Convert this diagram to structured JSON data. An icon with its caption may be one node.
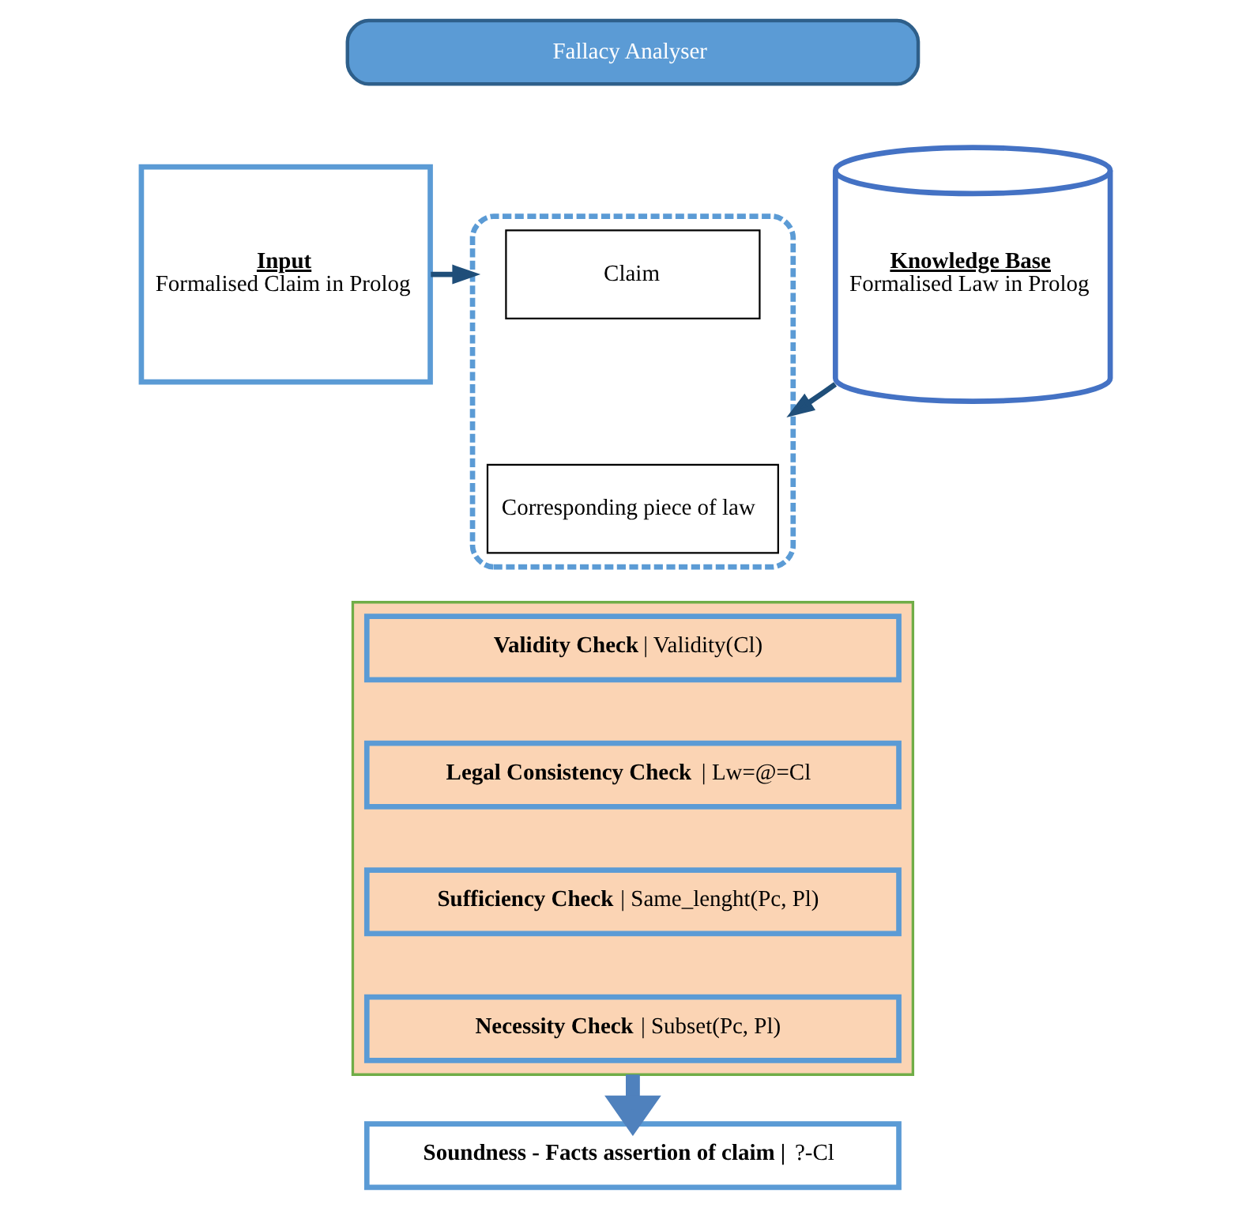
{
  "diagram": {
    "nodes": [
      {
        "text": [
          "Fallacy Analyser"
        ]
      },
      {
        "text": [
          "Input",
          "Formalised Claim in Prolog"
        ]
      },
      {
        "text": [],
        "shape": "pentagon"
      },
      {
        "text": [
          "Claim"
        ],
        "in": 2
      },
      {
        "text": [
          "Corresponding piece of law"
        ],
        "in": 2
      },
      {
        "text": [
          "Knowledge Base",
          "Formalised Law in Prolog"
        ]
      },
      {
        "text": [],
        "shape": "box"
      },
      {
        "text": [
          "**Validity Check** | Validity(Cl)"
        ],
        "in": 6
      },
      {
        "text": [
          "**Legal Consistency Check** | Lw=@=Cl"
        ],
        "in": 6
      },
      {
        "text": [
          "**Sufficiency Check** | Same_lenght(Pc, Pl)"
        ],
        "in": 6
      },
      {
        "text": [
          "**Necessity Check** | Subset(Pc, Pl)"
        ],
        "in": 6
      },
      {
        "text": [
          "**Soundness - Facts assertion of claim |** ?-Cl"
        ]
      }
    ],
    "edges": [
      {
        "from": 1,
        "to": 2,
        "arrow": "to"
      },
      {
        "from": 5,
        "to": 2,
        "arrow": "to"
      },
      {
        "from": 6,
        "to": 11,
        "arrow": "to",
        "style": "thick",
        "color": "#4f81bd"
      }
    ]
  }
}
